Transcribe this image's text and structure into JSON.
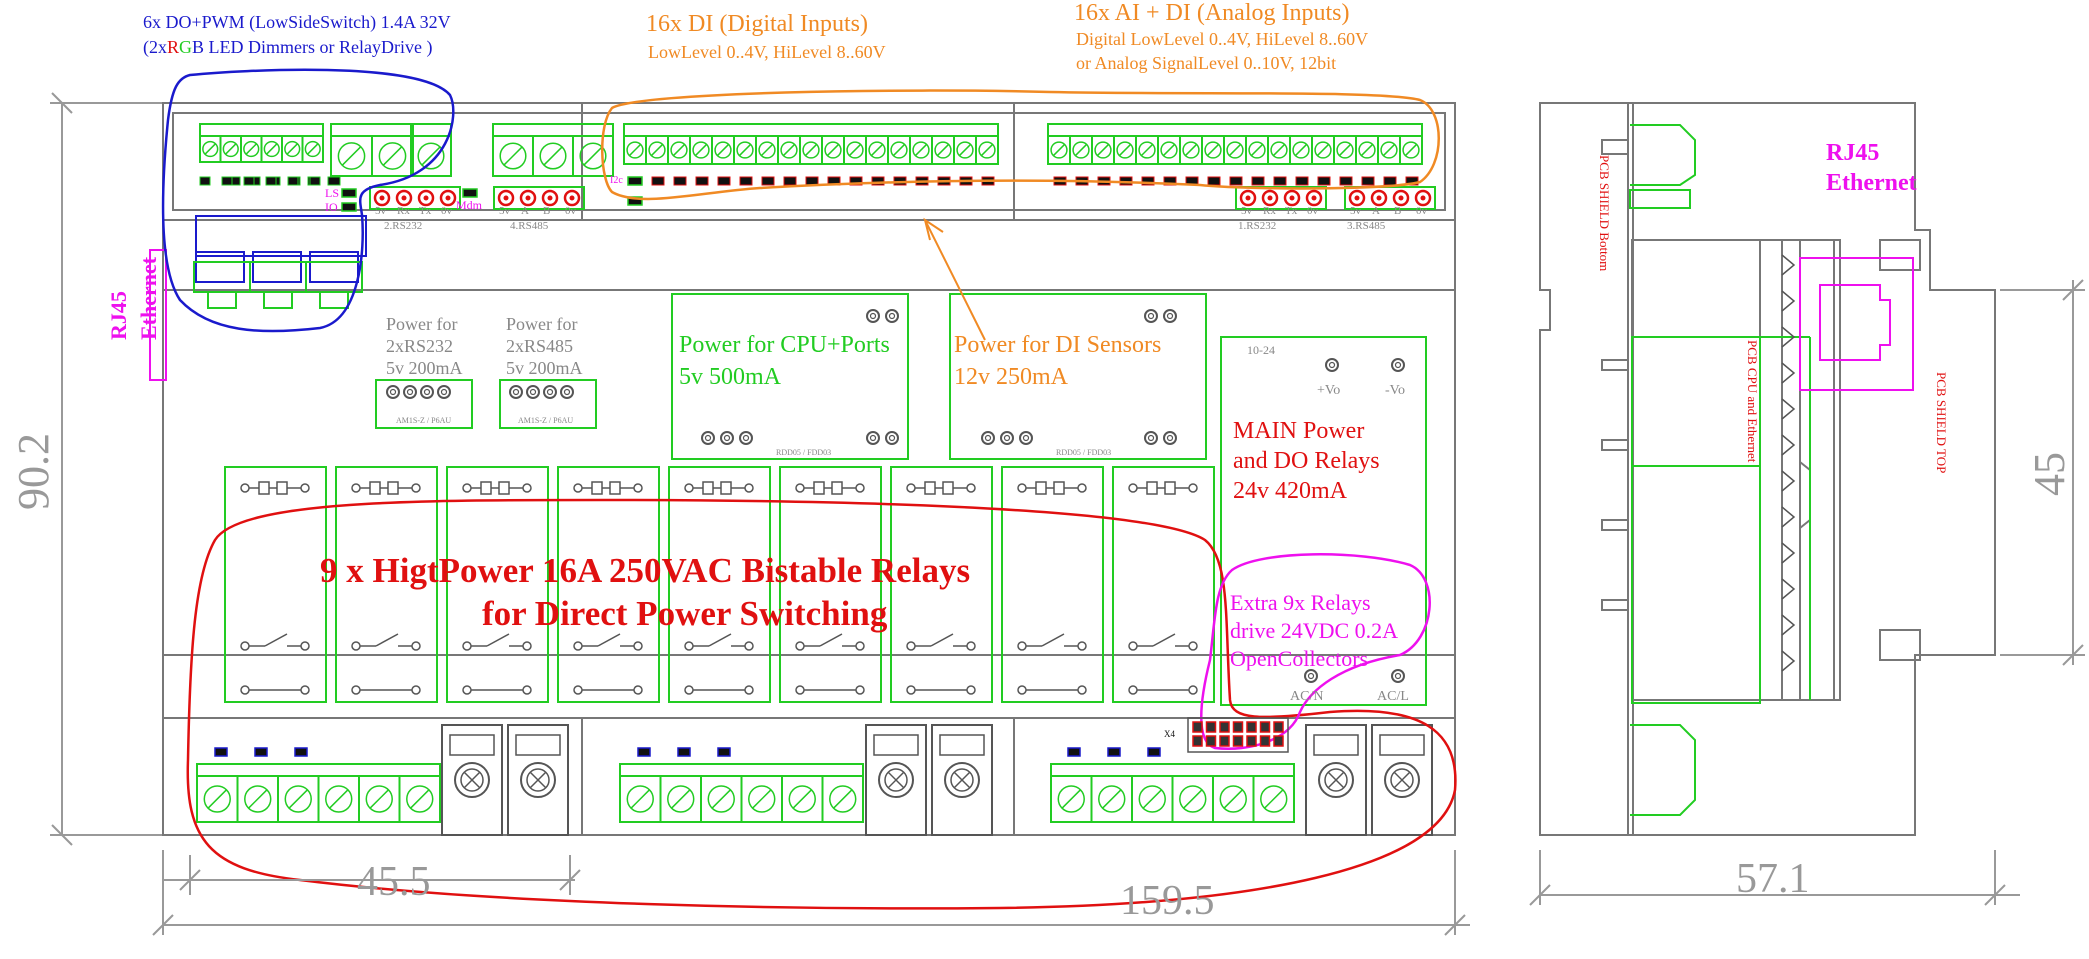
{
  "annotations": {
    "do_title": "6x DO+PWM  (LowSideSwitch) 1.4A 32V",
    "do_sub_open": "(2x",
    "do_sub_r": "R",
    "do_sub_g": "G",
    "do_sub_b": "B",
    "do_sub_close": " LED Dimmers or RelayDrive )",
    "di_title": "16x DI (Digital Inputs)",
    "di_sub": "LowLevel 0..4V, HiLevel 8..60V",
    "ai_title": "16x AI + DI  (Analog Inputs)",
    "ai_sub1": "Digital LowLevel 0..4V, HiLevel 8..60V",
    "ai_sub2": "or Analog SignalLevel 0..10V, 12bit",
    "rj45_left_1": "RJ45",
    "rj45_left_2": "Ethernet",
    "rj45_right_1": "RJ45",
    "rj45_right_2": "Ethernet",
    "relays_1": "9 x HigtPower 16A 250VAC Bistable Relays",
    "relays_2": "for Direct Power Switching",
    "extra_1": "Extra 9x Relays",
    "extra_2": "drive 24VDC 0.2A",
    "extra_3": "OpenCollectors"
  },
  "blocks": {
    "pwr_rs232_1": "Power for",
    "pwr_rs232_2": "2xRS232",
    "pwr_rs232_3": "5v 200mA",
    "pwr_rs485_1": "Power for",
    "pwr_rs485_2": "2xRS485",
    "pwr_rs485_3": "5v 200mA",
    "am_label": "AM1S-Z / P6AU",
    "cpu_1": "Power for CPU+Ports",
    "cpu_2": "5v 500mA",
    "dis_1": "Power for DI Sensors",
    "dis_2": "12v 250mA",
    "rdd_label": "RDD05 / FDD03",
    "main_1": "MAIN Power",
    "main_2": "and DO Relays",
    "main_3": "24v 420mA",
    "main_range": "10-24",
    "vo_plus": "+Vo",
    "vo_minus": "-Vo",
    "ac_n": "AC/N",
    "ac_l": "AC/L"
  },
  "labels": {
    "ls": "LS",
    "io": "IO",
    "mdm": "Mdm",
    "i2c": "I2c",
    "rs232_pins": [
      "5v",
      "Rx",
      "Tx",
      "0v"
    ],
    "rs485_pins": [
      "5v",
      "A",
      "B",
      "0v"
    ],
    "rs232_2": "2.RS232",
    "rs485_4": "4.RS485",
    "rs232_1": "1.RS232",
    "rs485_3": "3.RS485",
    "x4": "X4",
    "pcb_bottom": "PCB SHIELD Bottom",
    "pcb_cpu": "PCB CPU and Ethernet",
    "pcb_top": "PCB SHIELD TOP"
  },
  "dimensions": {
    "height": "90.2",
    "width_pitch": "45.5",
    "width_total": "159.5",
    "side_height": "45",
    "side_width": "57.1"
  },
  "colors": {
    "outline": "#777777",
    "green": "#22cc22",
    "blue": "#1a1acc",
    "orange": "#f08a24",
    "red": "#e01010",
    "magenta": "#ee10ee",
    "dim": "#999999"
  }
}
